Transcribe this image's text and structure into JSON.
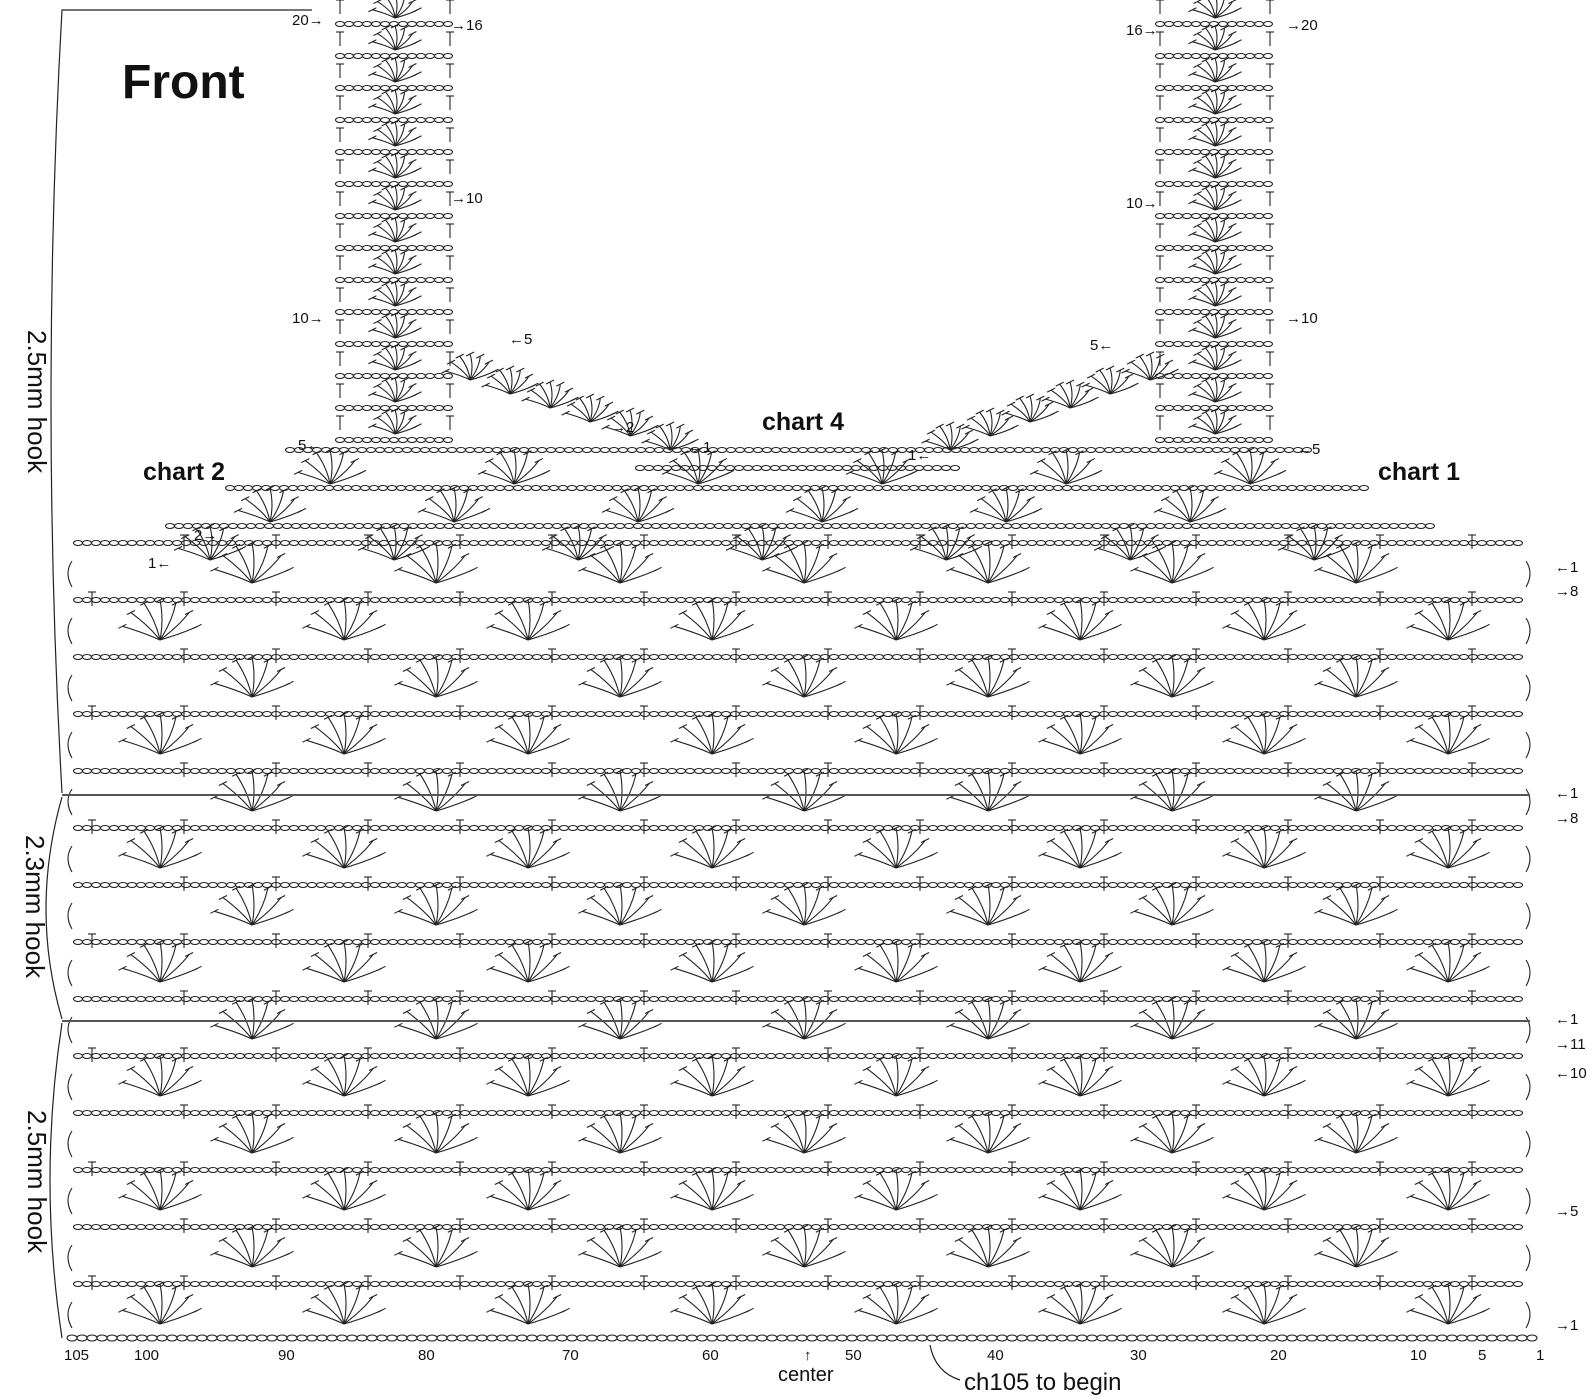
{
  "title": "Front",
  "charts": {
    "chart1": "chart 1",
    "chart2": "chart 2",
    "chart4": "chart 4"
  },
  "hooks": {
    "top": "2.5mm hook",
    "middle": "2.3mm hook",
    "bottom": "2.5mm hook"
  },
  "row_markers": {
    "strap_left": [
      "20→",
      "→16",
      "→10",
      "10→",
      "←5",
      "→2",
      "←1",
      "5←",
      "2→",
      "1←"
    ],
    "strap_right": [
      "16→",
      "→20",
      "10→",
      "→10",
      "5←",
      "1←",
      "←5"
    ],
    "right_side": [
      "←1",
      "→8",
      "←1",
      "→8",
      "←1",
      "→11",
      "←10",
      "→5",
      "→1"
    ]
  },
  "axis_ticks": [
    "105",
    "100",
    "90",
    "80",
    "70",
    "60",
    "50",
    "40",
    "30",
    "20",
    "10",
    "5",
    "1"
  ],
  "center_label": "center",
  "center_arrow": "↑",
  "foundation_label": "ch105 to begin"
}
